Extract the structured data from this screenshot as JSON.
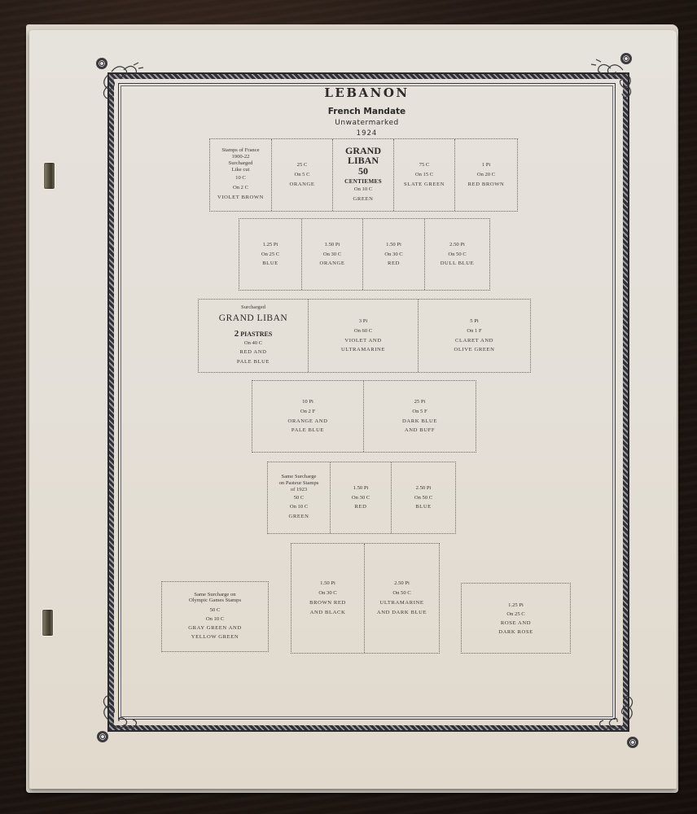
{
  "page": {
    "country": "LEBANON",
    "subtitle": "French Mandate",
    "watermark": "Unwatermarked",
    "year": "1924"
  },
  "rows": [
    {
      "id": "row1",
      "boxes": [
        {
          "lines": [
            "Stamps of France",
            "1900-22",
            "Surcharged",
            "Like cut",
            "10 C",
            "On 2 C",
            "VIOLET BROWN"
          ]
        },
        {
          "lines": [
            "25 C",
            "On 5 C",
            "ORANGE"
          ]
        },
        {
          "overprint": [
            "GRAND",
            "LIBAN",
            "50",
            "CENTIEMES"
          ],
          "lines": [
            "On 10 C",
            "GREEN"
          ]
        },
        {
          "lines": [
            "75 C",
            "On 15 C",
            "SLATE GREEN"
          ]
        },
        {
          "lines": [
            "1 Pi",
            "On 20 C",
            "RED BROWN"
          ]
        }
      ]
    },
    {
      "id": "row2",
      "boxes": [
        {
          "lines": [
            "1.25 Pi",
            "On 25 C",
            "BLUE"
          ]
        },
        {
          "lines": [
            "1.50 Pi",
            "On 30 C",
            "ORANGE"
          ]
        },
        {
          "lines": [
            "1.50 Pi",
            "On 30 C",
            "RED"
          ]
        },
        {
          "lines": [
            "2.50 Pi",
            "On 50 C",
            "DULL BLUE"
          ]
        }
      ]
    },
    {
      "id": "row3",
      "boxes": [
        {
          "header": "Surcharged",
          "overprint": "GRAND LIBAN",
          "piastres_num": "2",
          "piastres_word": "PIASTRES",
          "lines": [
            "On 40 C",
            "RED AND",
            "PALE BLUE"
          ]
        },
        {
          "lines": [
            "3 Pi",
            "On 60 C",
            "VIOLET AND",
            "ULTRAMARINE"
          ]
        },
        {
          "lines": [
            "5 Pi",
            "On 1 F",
            "CLARET AND",
            "OLIVE GREEN"
          ]
        }
      ]
    },
    {
      "id": "row4",
      "boxes": [
        {
          "lines": [
            "10 Pi",
            "On 2 F",
            "ORANGE AND",
            "PALE BLUE"
          ]
        },
        {
          "lines": [
            "25 Pi",
            "On 5 F",
            "DARK BLUE",
            "AND BUFF"
          ]
        }
      ]
    },
    {
      "id": "row5",
      "boxes": [
        {
          "lines": [
            "Same Surcharge",
            "on Pasteur Stamps",
            "of 1923",
            "50 C",
            "On 10 C",
            "GREEN"
          ]
        },
        {
          "lines": [
            "1.50 Pi",
            "On 30 C",
            "RED"
          ]
        },
        {
          "lines": [
            "2.50 Pi",
            "On 50 C",
            "BLUE"
          ]
        }
      ]
    },
    {
      "id": "row6",
      "left_single": {
        "lines": [
          "Same Surcharge on",
          "Olympic Games Stamps",
          "50 C",
          "On 10 C",
          "GRAY GREEN AND",
          "YELLOW GREEN"
        ]
      },
      "pair": [
        {
          "lines": [
            "1.50 Pi",
            "On 30 C",
            "BROWN RED",
            "AND BLACK"
          ]
        },
        {
          "lines": [
            "2.50 Pi",
            "On 50 C",
            "ULTRAMARINE",
            "AND DARK BLUE"
          ]
        }
      ],
      "right_single": {
        "lines": [
          "1.25 Pi",
          "On 25 C",
          "ROSE AND",
          "DARK ROSE"
        ]
      }
    }
  ],
  "colors": {
    "paper": "#e4dfd7",
    "ink": "#2c2a2a",
    "table": "#241914"
  }
}
